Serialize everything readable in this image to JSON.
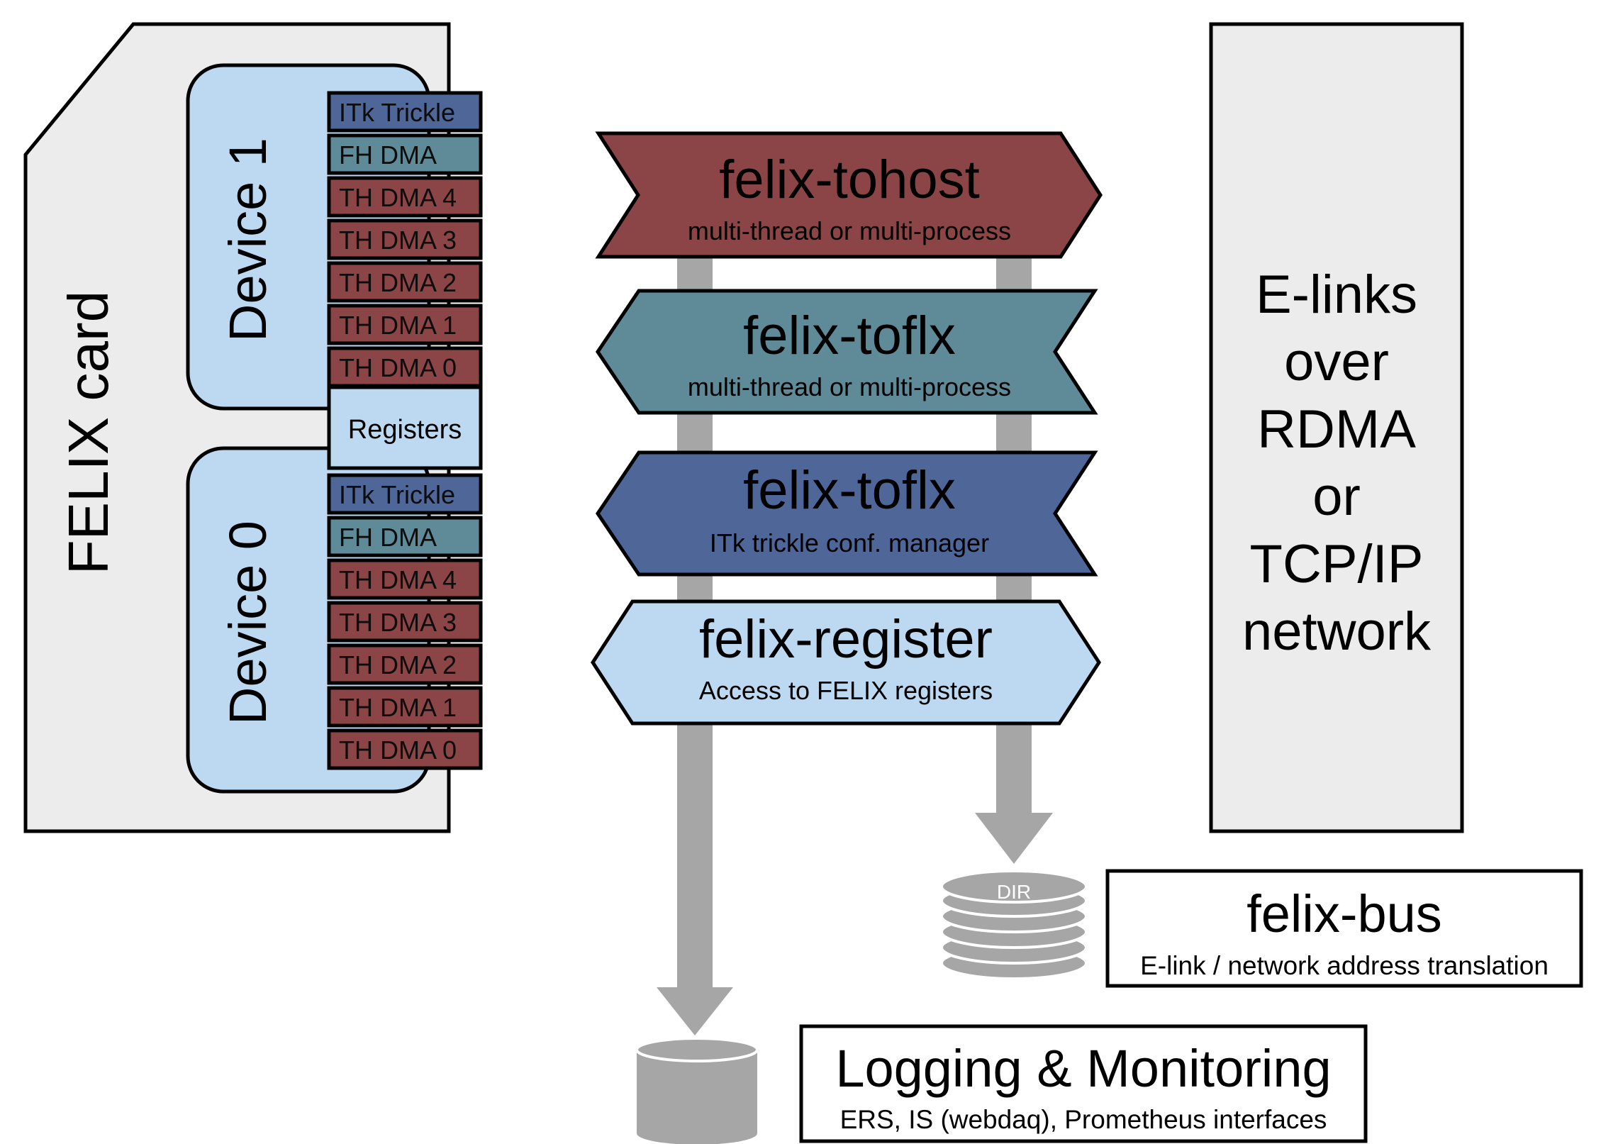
{
  "felix_card": {
    "title": "FELIX card",
    "device1": "Device 1",
    "device0": "Device 0",
    "registers": "Registers",
    "device1_channels": [
      {
        "label": "ITk Trickle",
        "color": "#4f6699"
      },
      {
        "label": "FH DMA",
        "color": "#5f8a97"
      },
      {
        "label": "TH DMA 4",
        "color": "#8b4546"
      },
      {
        "label": "TH DMA 3",
        "color": "#8b4546"
      },
      {
        "label": "TH DMA 2",
        "color": "#8b4546"
      },
      {
        "label": "TH DMA 1",
        "color": "#8b4546"
      },
      {
        "label": "TH DMA 0",
        "color": "#8b4546"
      }
    ],
    "device0_channels": [
      {
        "label": "ITk Trickle",
        "color": "#4f6699"
      },
      {
        "label": "FH DMA",
        "color": "#5f8a97"
      },
      {
        "label": "TH DMA 4",
        "color": "#8b4546"
      },
      {
        "label": "TH DMA 3",
        "color": "#8b4546"
      },
      {
        "label": "TH DMA 2",
        "color": "#8b4546"
      },
      {
        "label": "TH DMA 1",
        "color": "#8b4546"
      },
      {
        "label": "TH DMA 0",
        "color": "#8b4546"
      }
    ]
  },
  "services": [
    {
      "title": "felix-tohost",
      "subtitle": "multi-thread or multi-process",
      "color": "#8b4546",
      "direction": "right"
    },
    {
      "title": "felix-toflx",
      "subtitle": "multi-thread or multi-process",
      "color": "#5f8a97",
      "direction": "left"
    },
    {
      "title": "felix-toflx",
      "subtitle": "ITk trickle conf. manager",
      "color": "#4f6699",
      "direction": "left"
    },
    {
      "title": "felix-register",
      "subtitle": "Access to FELIX registers",
      "color": "#bdd9f2",
      "direction": "both"
    }
  ],
  "network": {
    "lines": [
      "E-links",
      "over",
      "RDMA",
      "or",
      "TCP/IP",
      "network"
    ]
  },
  "felix_bus": {
    "title": "felix-bus",
    "subtitle": "E-link / network address translation",
    "dir_label": "DIR"
  },
  "logging": {
    "title": "Logging & Monitoring",
    "subtitle": "ERS, IS (webdaq), Prometheus interfaces"
  },
  "colors": {
    "card_bg": "#ececec",
    "device_bg": "#bdd9f2",
    "arrow_gray": "#a6a6a6"
  }
}
